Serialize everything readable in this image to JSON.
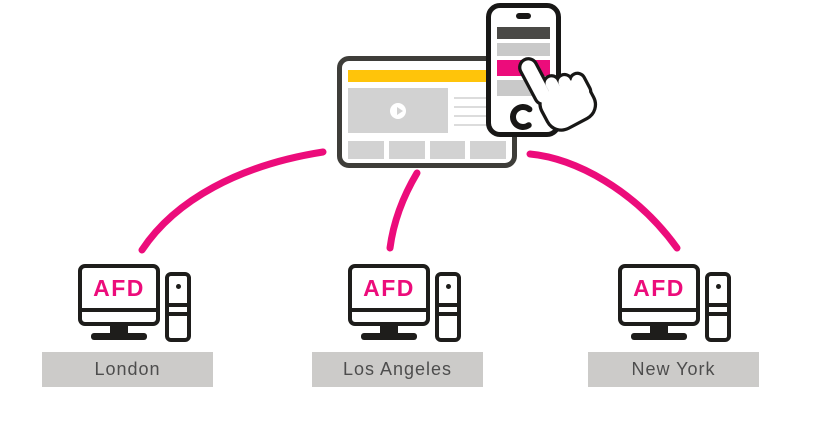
{
  "diagram_type": "content-delivery-network-diagram",
  "colors": {
    "accent_pink": "#EC0C7B",
    "accent_yellow": "#FFC40A",
    "outline_dark": "#181716",
    "tablet_outline": "#3E3D39",
    "placeholder_gray": "#D2D2D2",
    "label_bg": "#CCCBC9",
    "label_text": "#4D4D4D",
    "phone_dark_bar": "#4A4946"
  },
  "client": {
    "devices": [
      "tablet-browser",
      "smartphone"
    ],
    "gesture_icon": "tap-hand-icon"
  },
  "nodes": [
    {
      "screen_label": "AFD",
      "location": "London"
    },
    {
      "screen_label": "AFD",
      "location": "Los Angeles"
    },
    {
      "screen_label": "AFD",
      "location": "New York"
    }
  ]
}
